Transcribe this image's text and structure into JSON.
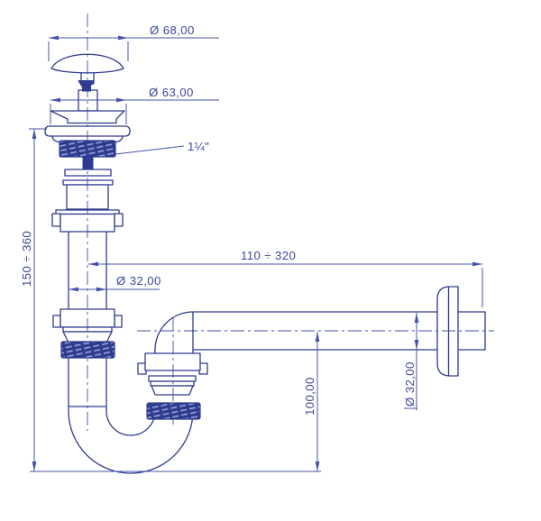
{
  "drawing": {
    "subject": "basin pop-up drain with P-trap siphon, exploded technical drawing",
    "colors": {
      "line": "#2e3b8e",
      "dimension": "#4453ab",
      "background": "#ffffff"
    },
    "labels": {
      "cap_diameter": "Ø 68,00",
      "flange_diameter": "Ø 63,00",
      "thread_size": "1¼\"",
      "height_range": "150 ÷ 360",
      "reach_range": "110 ÷ 320",
      "vertical_tube_diameter": "Ø 32,00",
      "horizontal_tube_diameter": "Ø 32,00",
      "trap_depth": "100,00"
    }
  }
}
